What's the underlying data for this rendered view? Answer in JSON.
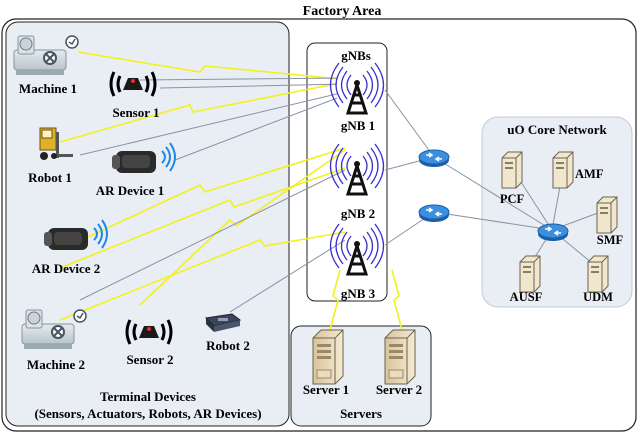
{
  "factory_label": "Factory Area",
  "terminal_group": {
    "title": "Terminal Devices",
    "subtitle": "(Sensors, Actuators, Robots, AR Devices)",
    "devices": [
      {
        "label": "Machine 1",
        "icon": "machine-icon"
      },
      {
        "label": "Sensor 1",
        "icon": "sensor-icon"
      },
      {
        "label": "Robot 1",
        "icon": "forklift-robot-icon"
      },
      {
        "label": "AR Device 1",
        "icon": "ar-headset-icon"
      },
      {
        "label": "AR Device 2",
        "icon": "ar-headset-icon"
      },
      {
        "label": "Machine 2",
        "icon": "machine-icon"
      },
      {
        "label": "Sensor 2",
        "icon": "sensor-icon"
      },
      {
        "label": "Robot 2",
        "icon": "robot-device-icon"
      }
    ]
  },
  "gnb_group": {
    "title": "gNBs",
    "stations": [
      {
        "label": "gNB 1",
        "icon": "antenna-tower-icon"
      },
      {
        "label": "gNB 2",
        "icon": "antenna-tower-icon"
      },
      {
        "label": "gNB 3",
        "icon": "antenna-tower-icon"
      }
    ]
  },
  "core_network": {
    "title": "uO Core Network",
    "functions": [
      {
        "label": "PCF",
        "icon": "server-tower-icon"
      },
      {
        "label": "AMF",
        "icon": "server-tower-icon"
      },
      {
        "label": "SMF",
        "icon": "server-tower-icon"
      },
      {
        "label": "AUSF",
        "icon": "server-tower-icon"
      },
      {
        "label": "UDM",
        "icon": "server-tower-icon"
      }
    ]
  },
  "servers_group": {
    "title": "Servers",
    "servers": [
      {
        "label": "Server 1",
        "icon": "server-cabinet-icon"
      },
      {
        "label": "Server 2",
        "icon": "server-cabinet-icon"
      }
    ]
  },
  "colors": {
    "panel_fill": "#e9edf4",
    "wireless_link": "#f2f21a",
    "wired_link": "#8a93a6",
    "router": "#2f7fd6",
    "signal_ring": "#3a2fd0"
  }
}
